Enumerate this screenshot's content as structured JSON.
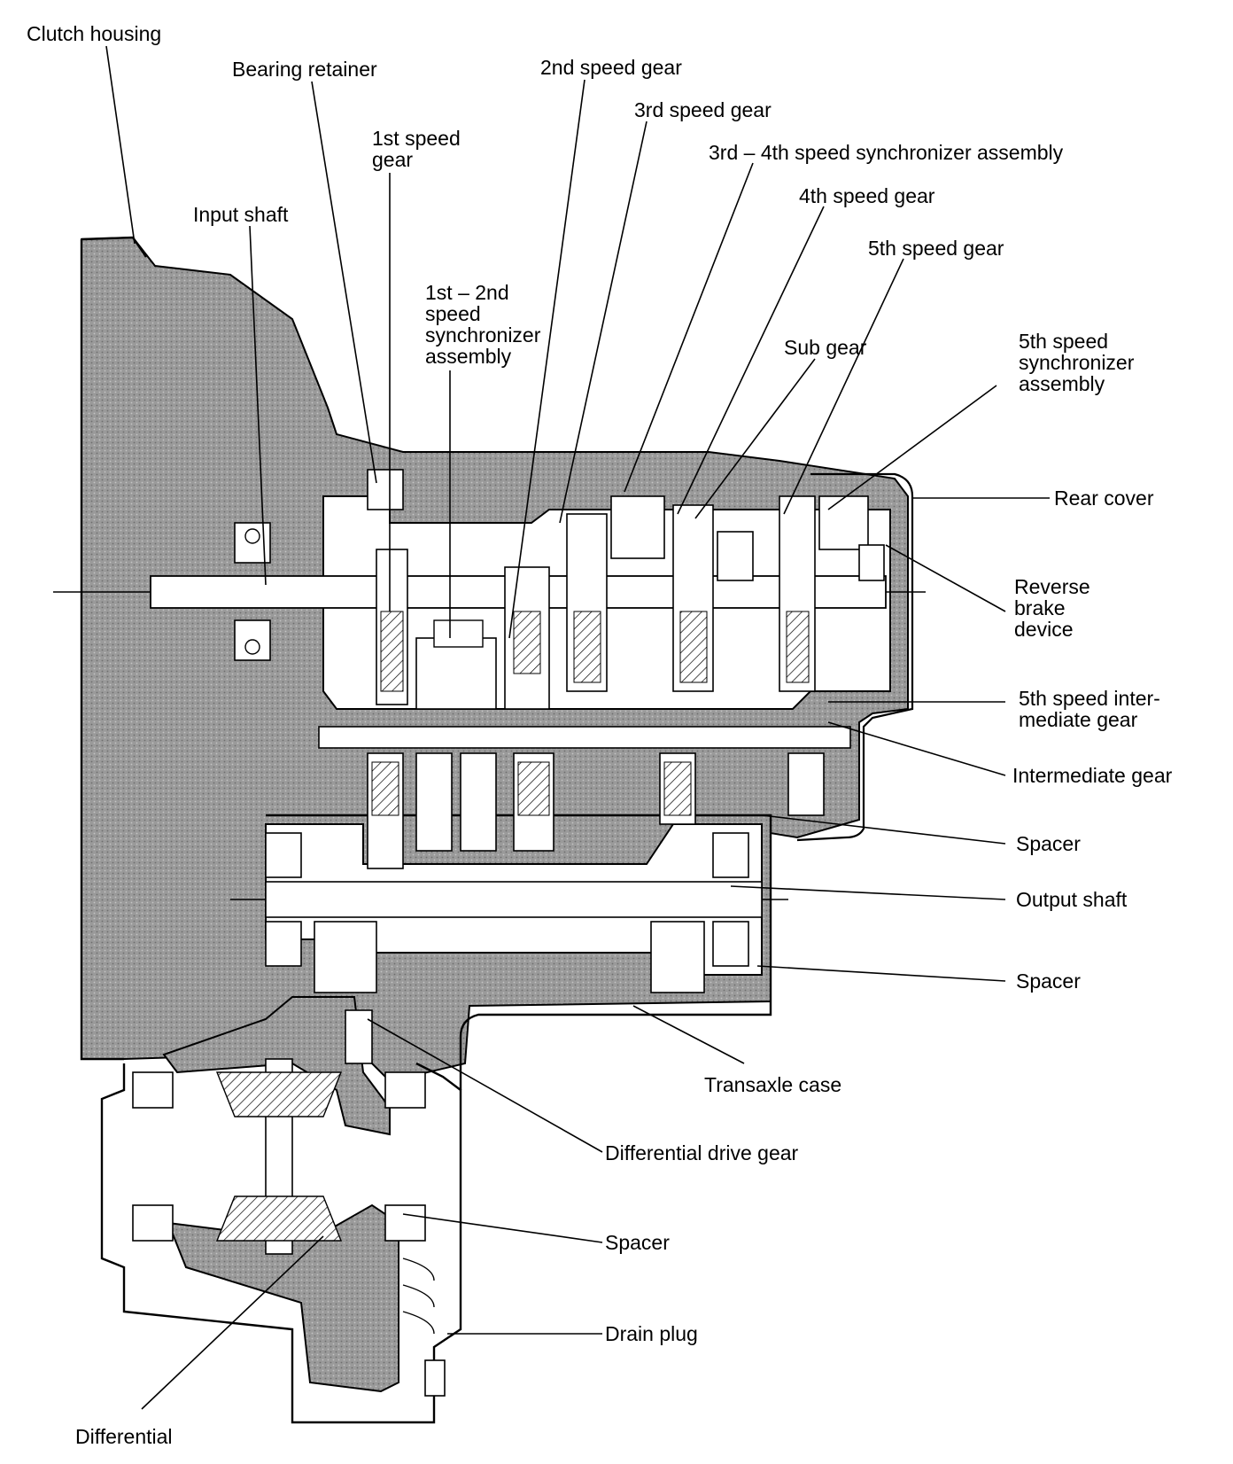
{
  "labels": {
    "clutch_housing": "Clutch housing",
    "bearing_retainer": "Bearing retainer",
    "second_speed_gear": "2nd speed gear",
    "third_speed_gear": "3rd speed gear",
    "first_speed_gear_l1": "1st speed",
    "first_speed_gear_l2": "gear",
    "third_fourth_sync": "3rd – 4th speed synchronizer assembly",
    "fourth_speed_gear": "4th speed gear",
    "input_shaft": "Input shaft",
    "fifth_speed_gear": "5th speed gear",
    "first_second_sync_l1": "1st – 2nd",
    "first_second_sync_l2": "speed",
    "first_second_sync_l3": "synchronizer",
    "first_second_sync_l4": "assembly",
    "sub_gear": "Sub gear",
    "fifth_sync_l1": "5th speed",
    "fifth_sync_l2": "synchronizer",
    "fifth_sync_l3": "assembly",
    "rear_cover": "Rear cover",
    "reverse_brake_l1": "Reverse",
    "reverse_brake_l2": "brake",
    "reverse_brake_l3": "device",
    "fifth_intermediate_l1": "5th speed inter-",
    "fifth_intermediate_l2": "mediate gear",
    "intermediate_gear": "Intermediate gear",
    "spacer_1": "Spacer",
    "output_shaft": "Output shaft",
    "spacer_2": "Spacer",
    "transaxle_case": "Transaxle case",
    "differential_drive_gear": "Differential drive gear",
    "spacer_3": "Spacer",
    "drain_plug": "Drain plug",
    "differential": "Differential"
  }
}
